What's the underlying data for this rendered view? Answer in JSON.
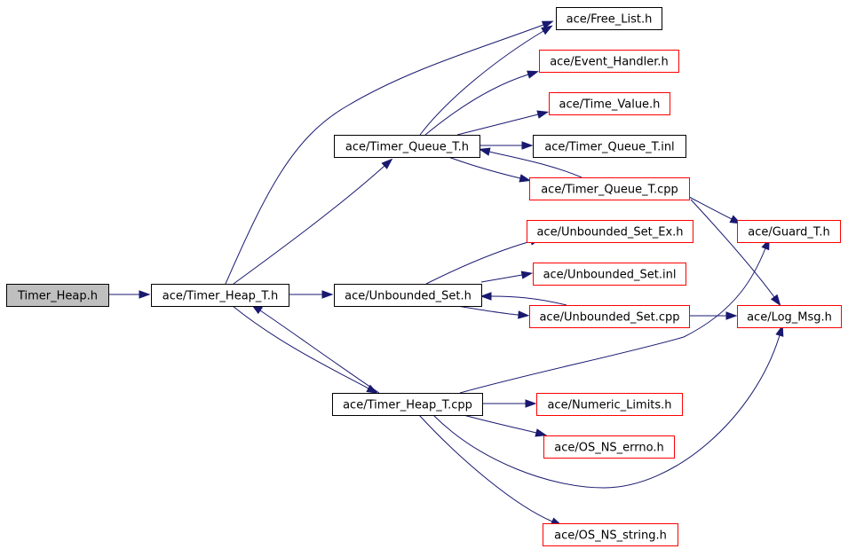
{
  "colors": {
    "edge": "#191970",
    "root_fill": "#bfbfbf",
    "node_fill": "#ffffff",
    "documented_border": "#000000",
    "undocumented_border": "#ff0000"
  },
  "nodes": {
    "timer_heap_h": {
      "label": "Timer_Heap.h",
      "style": "root"
    },
    "timer_heap_t_h": {
      "label": "ace/Timer_Heap_T.h",
      "style": "documented"
    },
    "free_list_h": {
      "label": "ace/Free_List.h",
      "style": "documented"
    },
    "event_handler_h": {
      "label": "ace/Event_Handler.h",
      "style": "undocumented"
    },
    "time_value_h": {
      "label": "ace/Time_Value.h",
      "style": "undocumented"
    },
    "timer_queue_t_h": {
      "label": "ace/Timer_Queue_T.h",
      "style": "documented"
    },
    "timer_queue_t_inl": {
      "label": "ace/Timer_Queue_T.inl",
      "style": "documented"
    },
    "timer_queue_t_cpp": {
      "label": "ace/Timer_Queue_T.cpp",
      "style": "undocumented"
    },
    "guard_t_h": {
      "label": "ace/Guard_T.h",
      "style": "undocumented"
    },
    "unbounded_set_ex_h": {
      "label": "ace/Unbounded_Set_Ex.h",
      "style": "undocumented"
    },
    "unbounded_set_h": {
      "label": "ace/Unbounded_Set.h",
      "style": "documented"
    },
    "unbounded_set_inl": {
      "label": "ace/Unbounded_Set.inl",
      "style": "undocumented"
    },
    "unbounded_set_cpp": {
      "label": "ace/Unbounded_Set.cpp",
      "style": "undocumented"
    },
    "log_msg_h": {
      "label": "ace/Log_Msg.h",
      "style": "undocumented"
    },
    "timer_heap_t_cpp": {
      "label": "ace/Timer_Heap_T.cpp",
      "style": "documented"
    },
    "numeric_limits_h": {
      "label": "ace/Numeric_Limits.h",
      "style": "undocumented"
    },
    "os_ns_errno_h": {
      "label": "ace/OS_NS_errno.h",
      "style": "undocumented"
    },
    "os_ns_string_h": {
      "label": "ace/OS_NS_string.h",
      "style": "undocumented"
    }
  },
  "edges": [
    {
      "from": "timer_heap_h",
      "to": "timer_heap_t_h"
    },
    {
      "from": "timer_heap_t_h",
      "to": "free_list_h"
    },
    {
      "from": "timer_heap_t_h",
      "to": "timer_queue_t_h"
    },
    {
      "from": "timer_heap_t_h",
      "to": "unbounded_set_h"
    },
    {
      "from": "timer_heap_t_h",
      "to": "timer_heap_t_cpp"
    },
    {
      "from": "timer_queue_t_h",
      "to": "free_list_h"
    },
    {
      "from": "timer_queue_t_h",
      "to": "event_handler_h"
    },
    {
      "from": "timer_queue_t_h",
      "to": "time_value_h"
    },
    {
      "from": "timer_queue_t_h",
      "to": "timer_queue_t_inl"
    },
    {
      "from": "timer_queue_t_h",
      "to": "timer_queue_t_cpp"
    },
    {
      "from": "timer_queue_t_cpp",
      "to": "timer_queue_t_h"
    },
    {
      "from": "timer_queue_t_cpp",
      "to": "guard_t_h"
    },
    {
      "from": "timer_queue_t_cpp",
      "to": "log_msg_h"
    },
    {
      "from": "unbounded_set_h",
      "to": "unbounded_set_ex_h"
    },
    {
      "from": "unbounded_set_h",
      "to": "unbounded_set_inl"
    },
    {
      "from": "unbounded_set_h",
      "to": "unbounded_set_cpp"
    },
    {
      "from": "unbounded_set_cpp",
      "to": "unbounded_set_h"
    },
    {
      "from": "unbounded_set_cpp",
      "to": "log_msg_h"
    },
    {
      "from": "timer_heap_t_cpp",
      "to": "timer_heap_t_h"
    },
    {
      "from": "timer_heap_t_cpp",
      "to": "guard_t_h"
    },
    {
      "from": "timer_heap_t_cpp",
      "to": "numeric_limits_h"
    },
    {
      "from": "timer_heap_t_cpp",
      "to": "os_ns_errno_h"
    },
    {
      "from": "timer_heap_t_cpp",
      "to": "log_msg_h"
    },
    {
      "from": "timer_heap_t_cpp",
      "to": "os_ns_string_h"
    }
  ]
}
